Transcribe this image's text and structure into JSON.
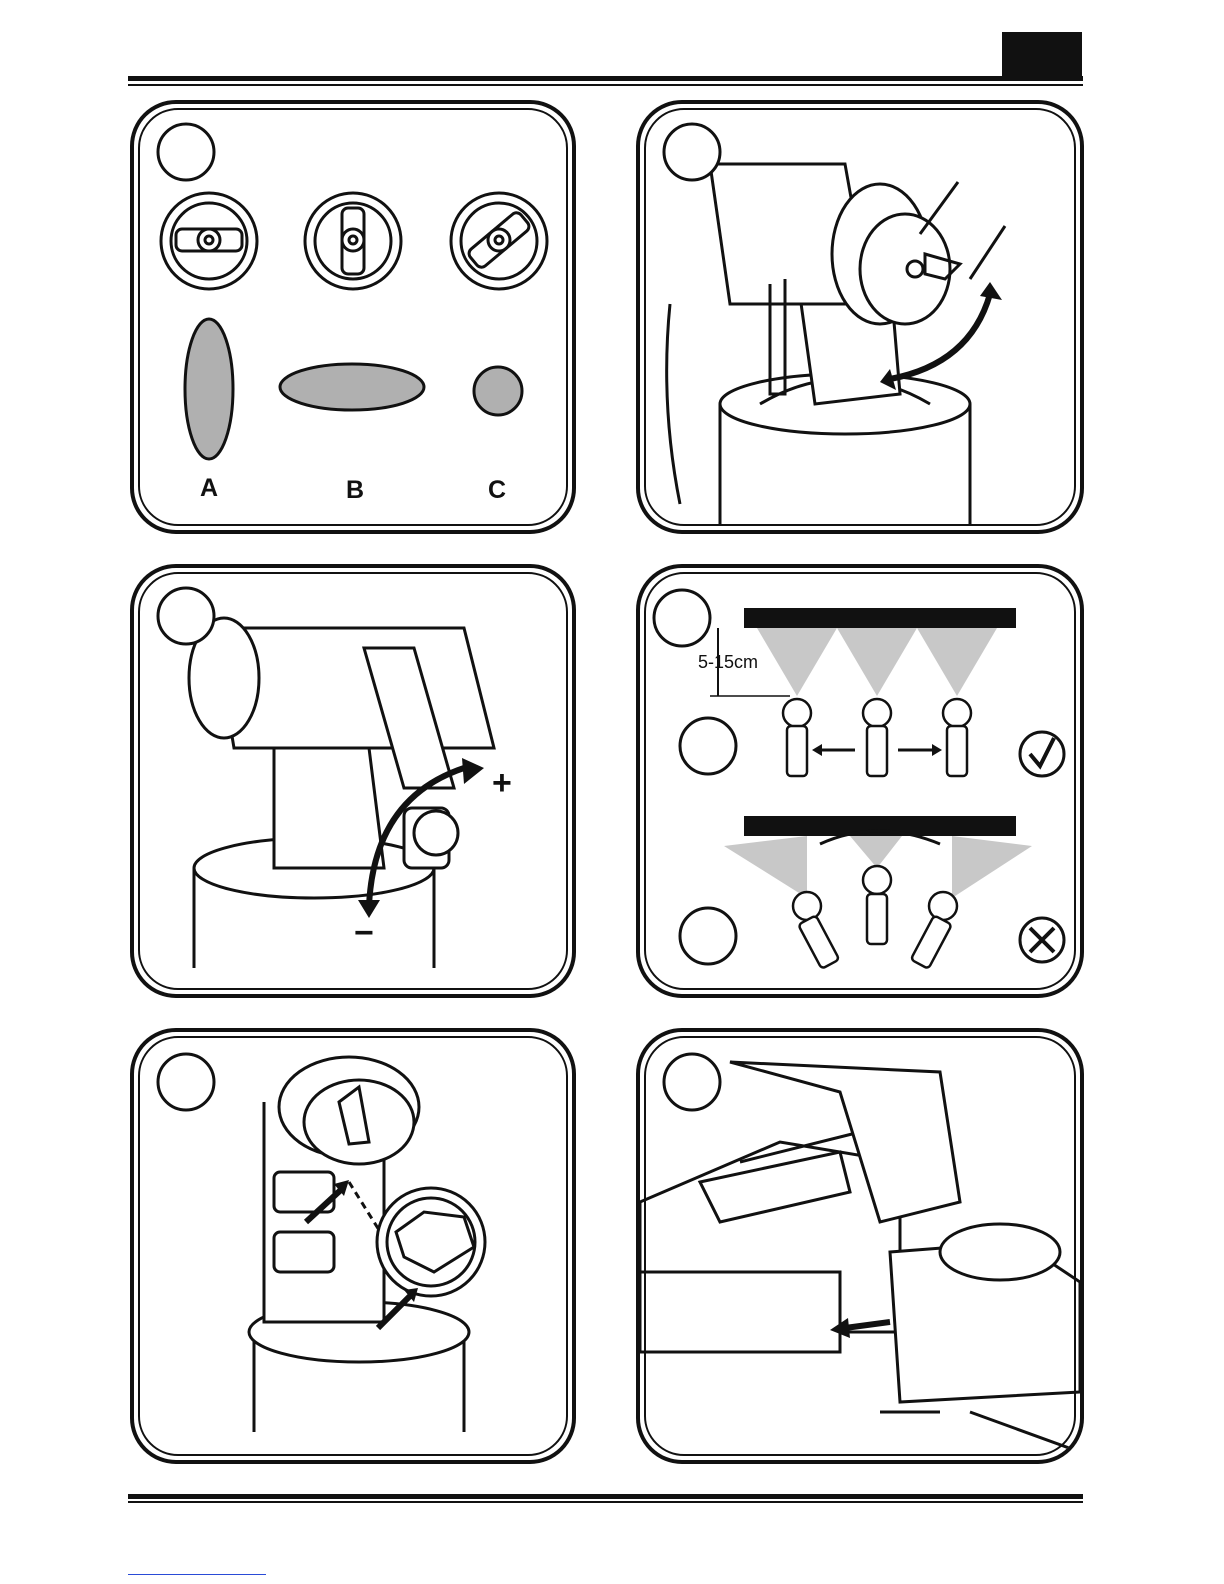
{
  "header": {
    "page_tab": ""
  },
  "panels": [
    {
      "id": "pattern",
      "letters": [
        "A",
        "B",
        "C"
      ]
    },
    {
      "id": "nozzle-rotate"
    },
    {
      "id": "flow-adjust",
      "plus": "+",
      "minus": "−"
    },
    {
      "id": "spray-technique",
      "distance": "5-15cm",
      "correct_icon": "check-icon",
      "wrong_icon": "cross-icon"
    },
    {
      "id": "nozzle-assembly"
    },
    {
      "id": "motor-detach"
    }
  ],
  "colors": {
    "ink": "#111111",
    "spray_fill": "#c8c8c8",
    "pattern_fill": "#b0b0b0"
  }
}
